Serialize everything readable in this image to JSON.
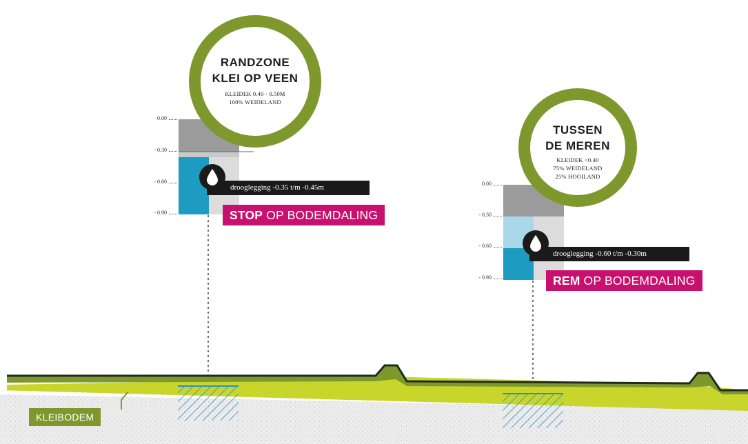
{
  "zones": [
    {
      "title": "RANDZONE\nKLEI OP VEEN",
      "subtitle": "KLEIDEK 0.40 - 0.50M\n100% WEIDELAND",
      "depths": [
        "0.00",
        "- 0.30",
        "- 0.60",
        "- 0.90"
      ],
      "drooglegging": "drooglegging -0.35 t/m -0.45m",
      "measure_strong": "STOP",
      "measure_rest": " OP BODEMDALING"
    },
    {
      "title": "TUSSEN\nDE MEREN",
      "subtitle": "KLEIDEK <0.40\n75% WEIDELAND\n25% HOOILAND",
      "depths": [
        "0.00",
        "- 0.30",
        "- 0.60",
        "- 0.90"
      ],
      "drooglegging": "drooglegging -0.60 t/m -0.30m",
      "measure_strong": "REM",
      "measure_rest": " OP BODEMDALING"
    }
  ],
  "ground_label": "KLEIBODEM",
  "icons": {
    "water": "water-drop-icon"
  },
  "colors": {
    "green": "#7e982e",
    "lime": "#c8d52a",
    "dark": "#1a1a1a",
    "pink": "#c8106e",
    "blue": "#1e9bc0",
    "light_blue": "#a9d8e8",
    "grey": "#9b9b9b",
    "light_grey": "#dcdcdc"
  }
}
